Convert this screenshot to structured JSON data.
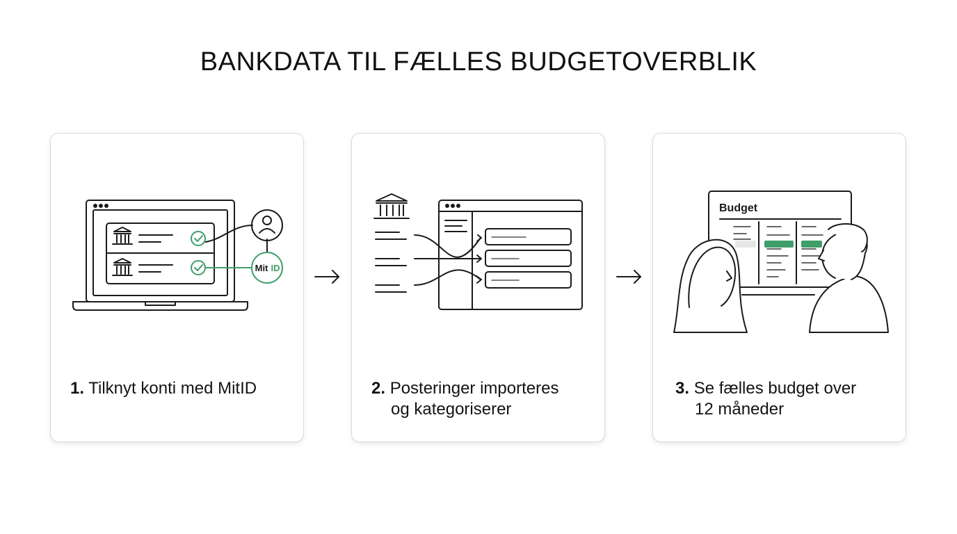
{
  "title": "BANKDATA TIL FÆLLES BUDGETOVERBLIK",
  "steps": [
    {
      "number": "1.",
      "text_line1": "Tilknyt konti med MitID",
      "text_line2": "",
      "badge": "MitID",
      "icons": [
        "laptop-icon",
        "bank-icon",
        "check-icon",
        "user-icon",
        "mitid-badge-icon"
      ]
    },
    {
      "number": "2.",
      "text_line1": "Posteringer importeres",
      "text_line2": "og kategoriserer",
      "icons": [
        "bank-icon",
        "browser-window-icon",
        "arrow-icon"
      ]
    },
    {
      "number": "3.",
      "text_line1": "Se fælles budget over",
      "text_line2": "12 måneder",
      "board_label": "Budget",
      "icons": [
        "budget-board-icon",
        "woman-icon",
        "man-icon"
      ]
    }
  ],
  "colors": {
    "accent": "#3f9e6a",
    "line": "#1a1a1a",
    "card_border": "#d9d9d9"
  }
}
